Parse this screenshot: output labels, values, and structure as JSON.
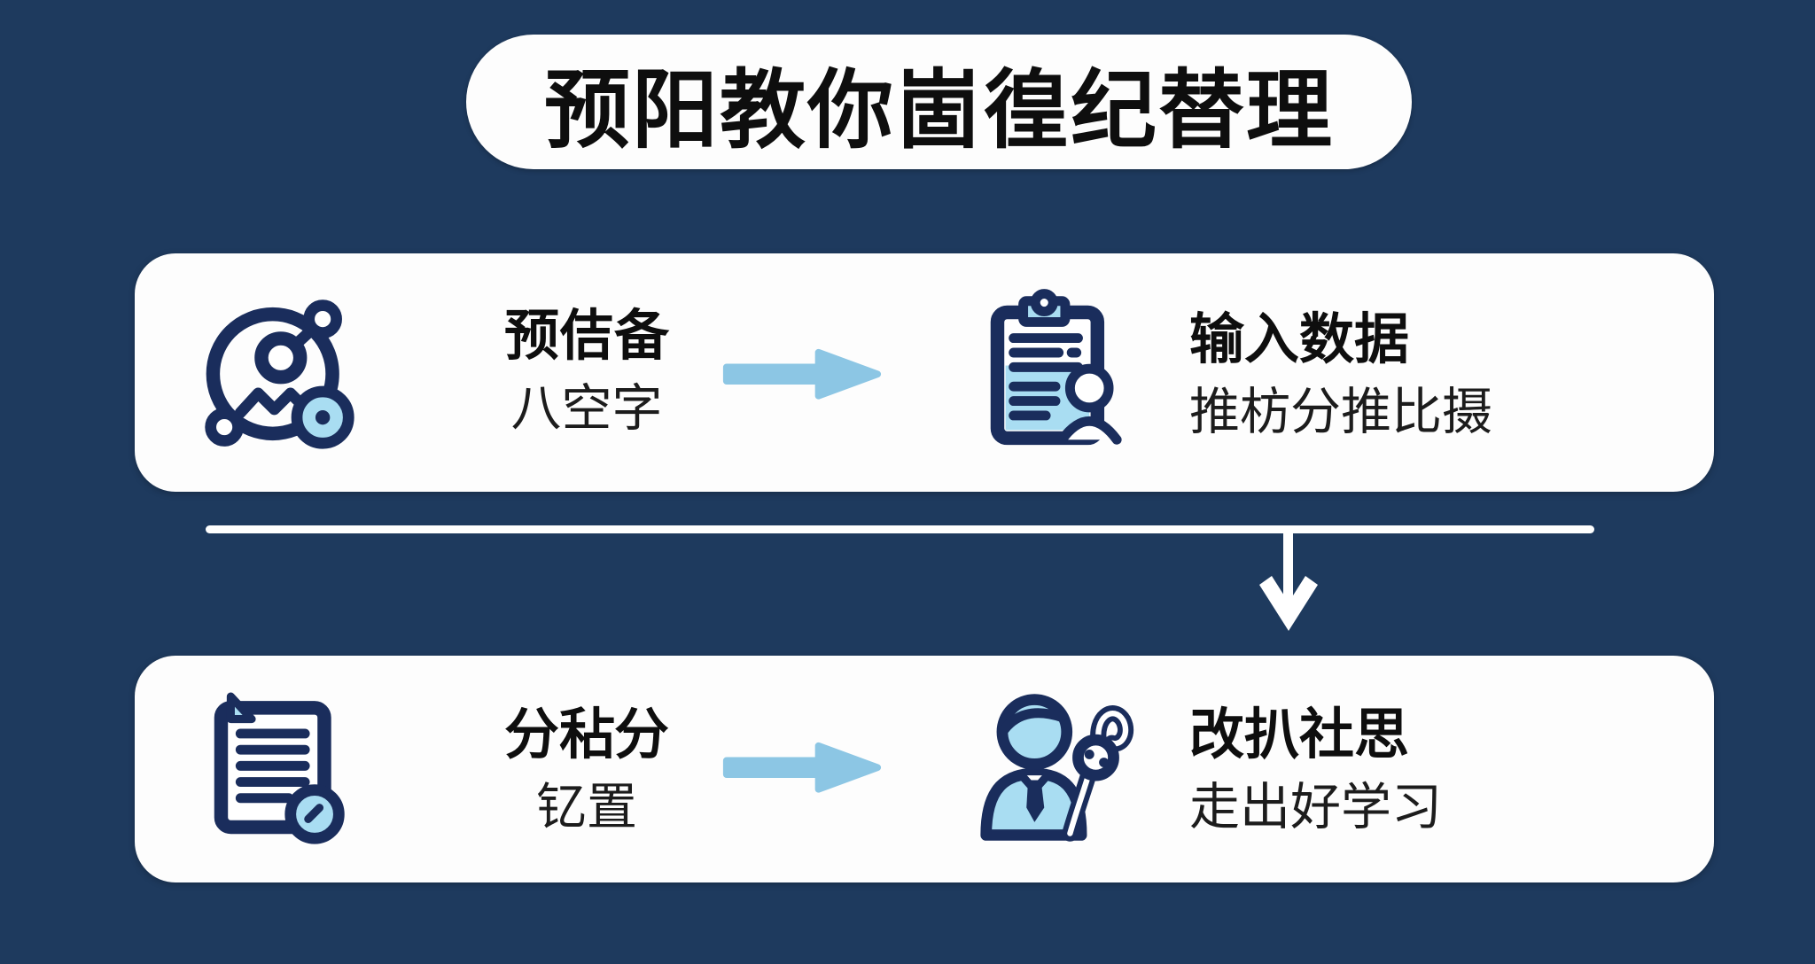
{
  "colors": {
    "bg": "#1e3a5e",
    "card": "#fdfdfd",
    "ink": "#0e0e0e",
    "sub-ink": "#1c1c1c",
    "icon-navy": "#1a2d5c",
    "icon-blue": "#a9ddf2",
    "arrow-blue": "#8cc6e4",
    "line-white": "#ffffff"
  },
  "title": {
    "text": "预阳教你崮徨纪替理"
  },
  "flow": {
    "rows": [
      {
        "steps": [
          {
            "icon": "user-network-icon",
            "title": "预佶备",
            "subtitle": "八空字"
          },
          {
            "icon": "clipboard-user-icon",
            "title": "输入数据",
            "subtitle": "推枋分推比摄"
          }
        ]
      },
      {
        "steps": [
          {
            "icon": "document-icon",
            "title": "分秥分",
            "subtitle": "钇置"
          },
          {
            "icon": "person-staff-icon",
            "title": "改扒社思",
            "subtitle": "走出好学习"
          }
        ]
      }
    ]
  }
}
